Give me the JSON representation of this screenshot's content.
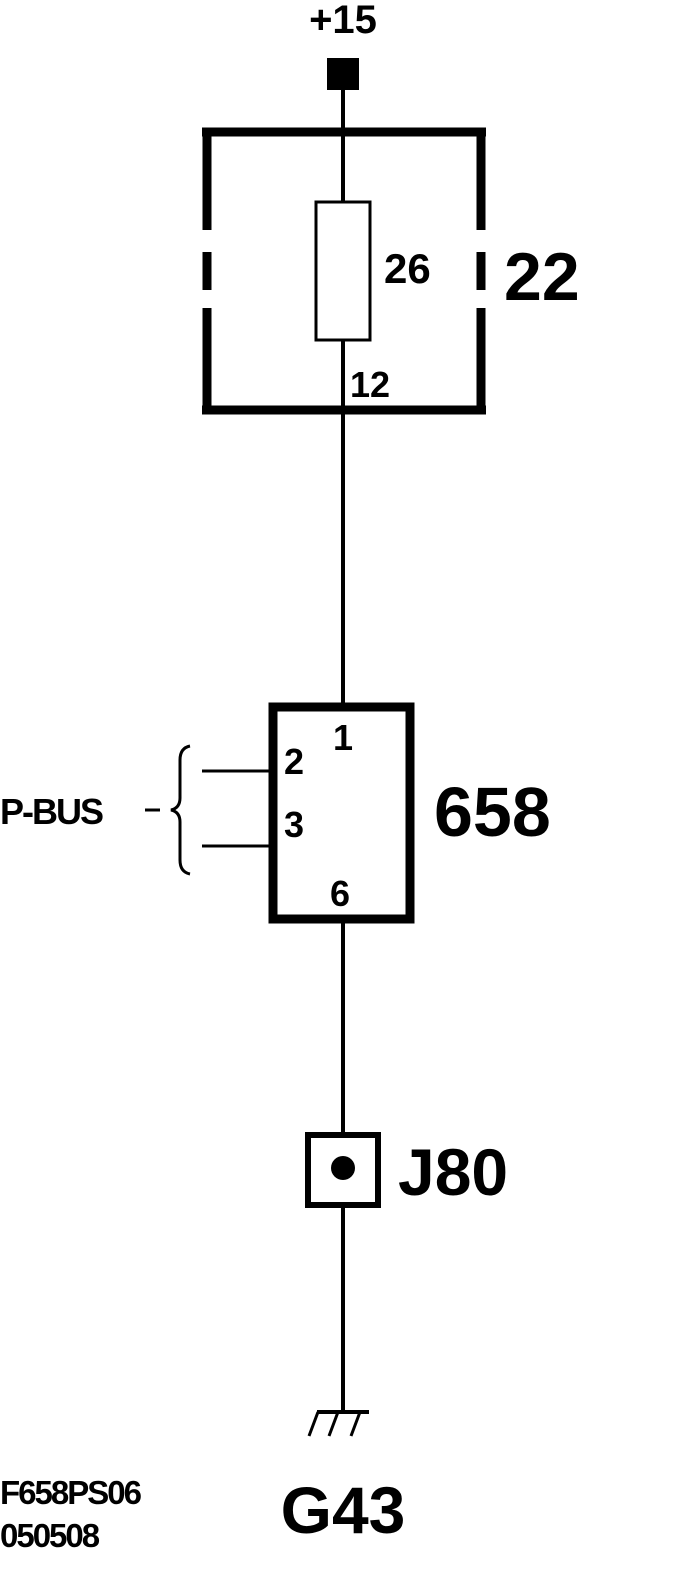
{
  "supply": {
    "label": "+15"
  },
  "fuse_box": {
    "id": "22",
    "fuse_number": "26",
    "pin": "12"
  },
  "module": {
    "id": "658",
    "pins": [
      "1",
      "2",
      "3",
      "6"
    ]
  },
  "bus": {
    "label": "P-BUS",
    "dash": "-"
  },
  "junction": {
    "id": "J80"
  },
  "ground": {
    "id": "G43"
  },
  "drawing_code": {
    "line1": "F658PS06",
    "line2": "050508"
  },
  "colors": {
    "ink": "#000000",
    "paper": "#ffffff"
  }
}
